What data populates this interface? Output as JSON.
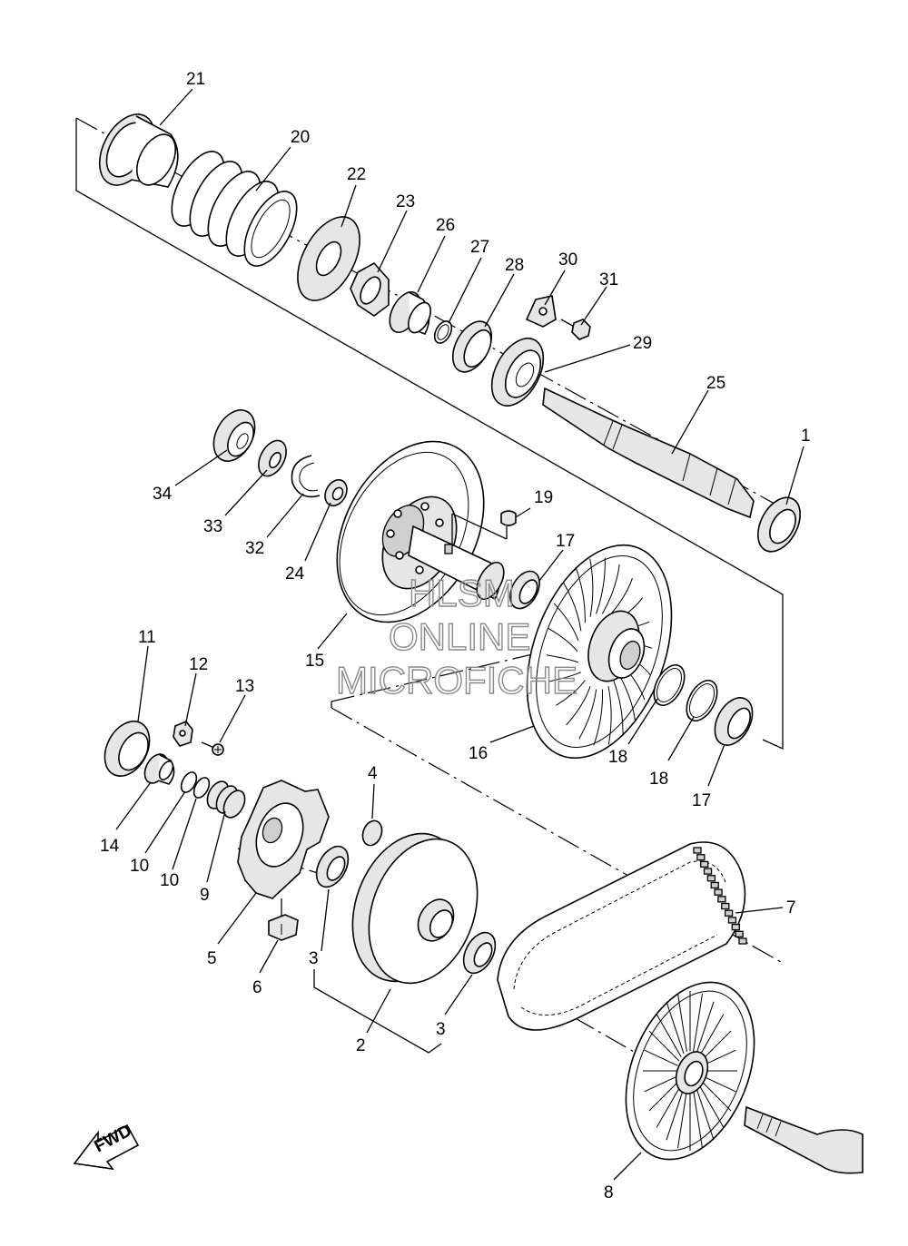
{
  "callouts": {
    "c1": "1",
    "c2": "2",
    "c3a": "3",
    "c3b": "3",
    "c4": "4",
    "c5": "5",
    "c6": "6",
    "c7": "7",
    "c8": "8",
    "c9": "9",
    "c10a": "10",
    "c10b": "10",
    "c11": "11",
    "c12": "12",
    "c13": "13",
    "c14": "14",
    "c15": "15",
    "c16": "16",
    "c17a": "17",
    "c17b": "17",
    "c18a": "18",
    "c18b": "18",
    "c19": "19",
    "c20": "20",
    "c21": "21",
    "c22": "22",
    "c23": "23",
    "c24": "24",
    "c25": "25",
    "c26": "26",
    "c27": "27",
    "c28": "28",
    "c29": "29",
    "c30": "30",
    "c31": "31",
    "c32": "32",
    "c33": "33",
    "c34": "34"
  },
  "fwd_arrow": {
    "label": "FWD"
  },
  "watermark": {
    "line1": "HLSM",
    "line2": "ONLINE",
    "line3": "MICROFICHE"
  }
}
